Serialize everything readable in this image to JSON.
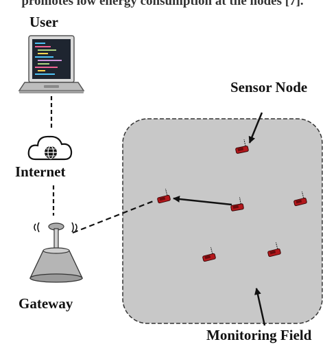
{
  "header": {
    "caption": "promotes low energy consumption at the nodes [7]."
  },
  "labels": {
    "user": "User",
    "internet": "Internet",
    "gateway": "Gateway",
    "sensor_node": "Sensor Node",
    "monitoring_field": "Monitoring Field"
  },
  "colors": {
    "field_fill": "#c8c8c8",
    "field_border": "#333333",
    "node_red": "#b3181c",
    "line": "#111111"
  },
  "icons": [
    "laptop-icon",
    "cloud-globe-icon",
    "gateway-antenna-icon",
    "sensor-node-icon"
  ]
}
